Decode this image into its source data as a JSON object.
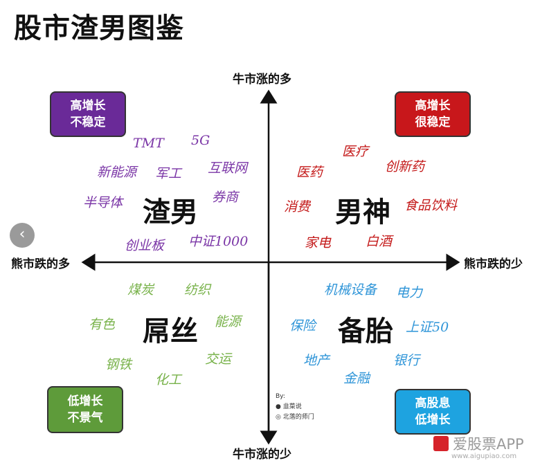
{
  "title": "股市渣男图鉴",
  "axes": {
    "top": "牛市涨的多",
    "bottom": "牛市涨的少",
    "left": "熊市跌的多",
    "right": "熊市跌的少"
  },
  "quadrants": {
    "top_left": {
      "box": [
        "高增长",
        "不稳定"
      ],
      "box_color": "#6a2a98",
      "center": "渣男",
      "sectors": [
        "TMT",
        "5G",
        "新能源",
        "军工",
        "互联网",
        "半导体",
        "券商",
        "创业板",
        "中证1000"
      ]
    },
    "top_right": {
      "box": [
        "高增长",
        "很稳定"
      ],
      "box_color": "#c8171b",
      "center": "男神",
      "sectors": [
        "医疗",
        "医药",
        "创新药",
        "消费",
        "食品饮料",
        "家电",
        "白酒"
      ]
    },
    "bottom_left": {
      "box": [
        "低增长",
        "不景气"
      ],
      "box_color": "#5e9b3a",
      "center": "屌丝",
      "sectors": [
        "煤炭",
        "纺织",
        "有色",
        "能源",
        "交运",
        "钢铁",
        "化工"
      ]
    },
    "bottom_right": {
      "box": [
        "高股息",
        "低增长"
      ],
      "box_color": "#1ea3e0",
      "center": "备胎",
      "sectors": [
        "机械设备",
        "电力",
        "保险",
        "上证50",
        "地产",
        "银行",
        "金融"
      ]
    }
  },
  "credit": {
    "by": "By:",
    "line1": "韭菜说",
    "line2": "北落的师门"
  },
  "watermark": {
    "text": "爱股票APP",
    "url": "www.aigupiao.com"
  },
  "nav": {
    "prev_icon": "‹"
  }
}
